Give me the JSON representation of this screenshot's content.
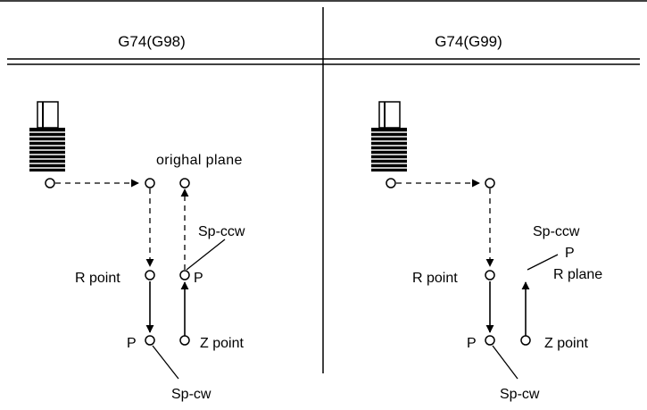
{
  "panels": [
    {
      "header": "G74(G98)",
      "labels": {
        "top_right": "orighal plane",
        "r_point": "R point",
        "p_left": "P",
        "p_right": "P",
        "sp_ccw": "Sp-ccw",
        "z_point": "Z point",
        "sp_cw": "Sp-cw"
      }
    },
    {
      "header": "G74(G99)",
      "labels": {
        "r_point": "R point",
        "p_left": "P",
        "p_right": "P",
        "sp_ccw": "Sp-ccw",
        "r_plane": "R plane",
        "z_point": "Z point",
        "sp_cw": "Sp-cw"
      }
    }
  ]
}
